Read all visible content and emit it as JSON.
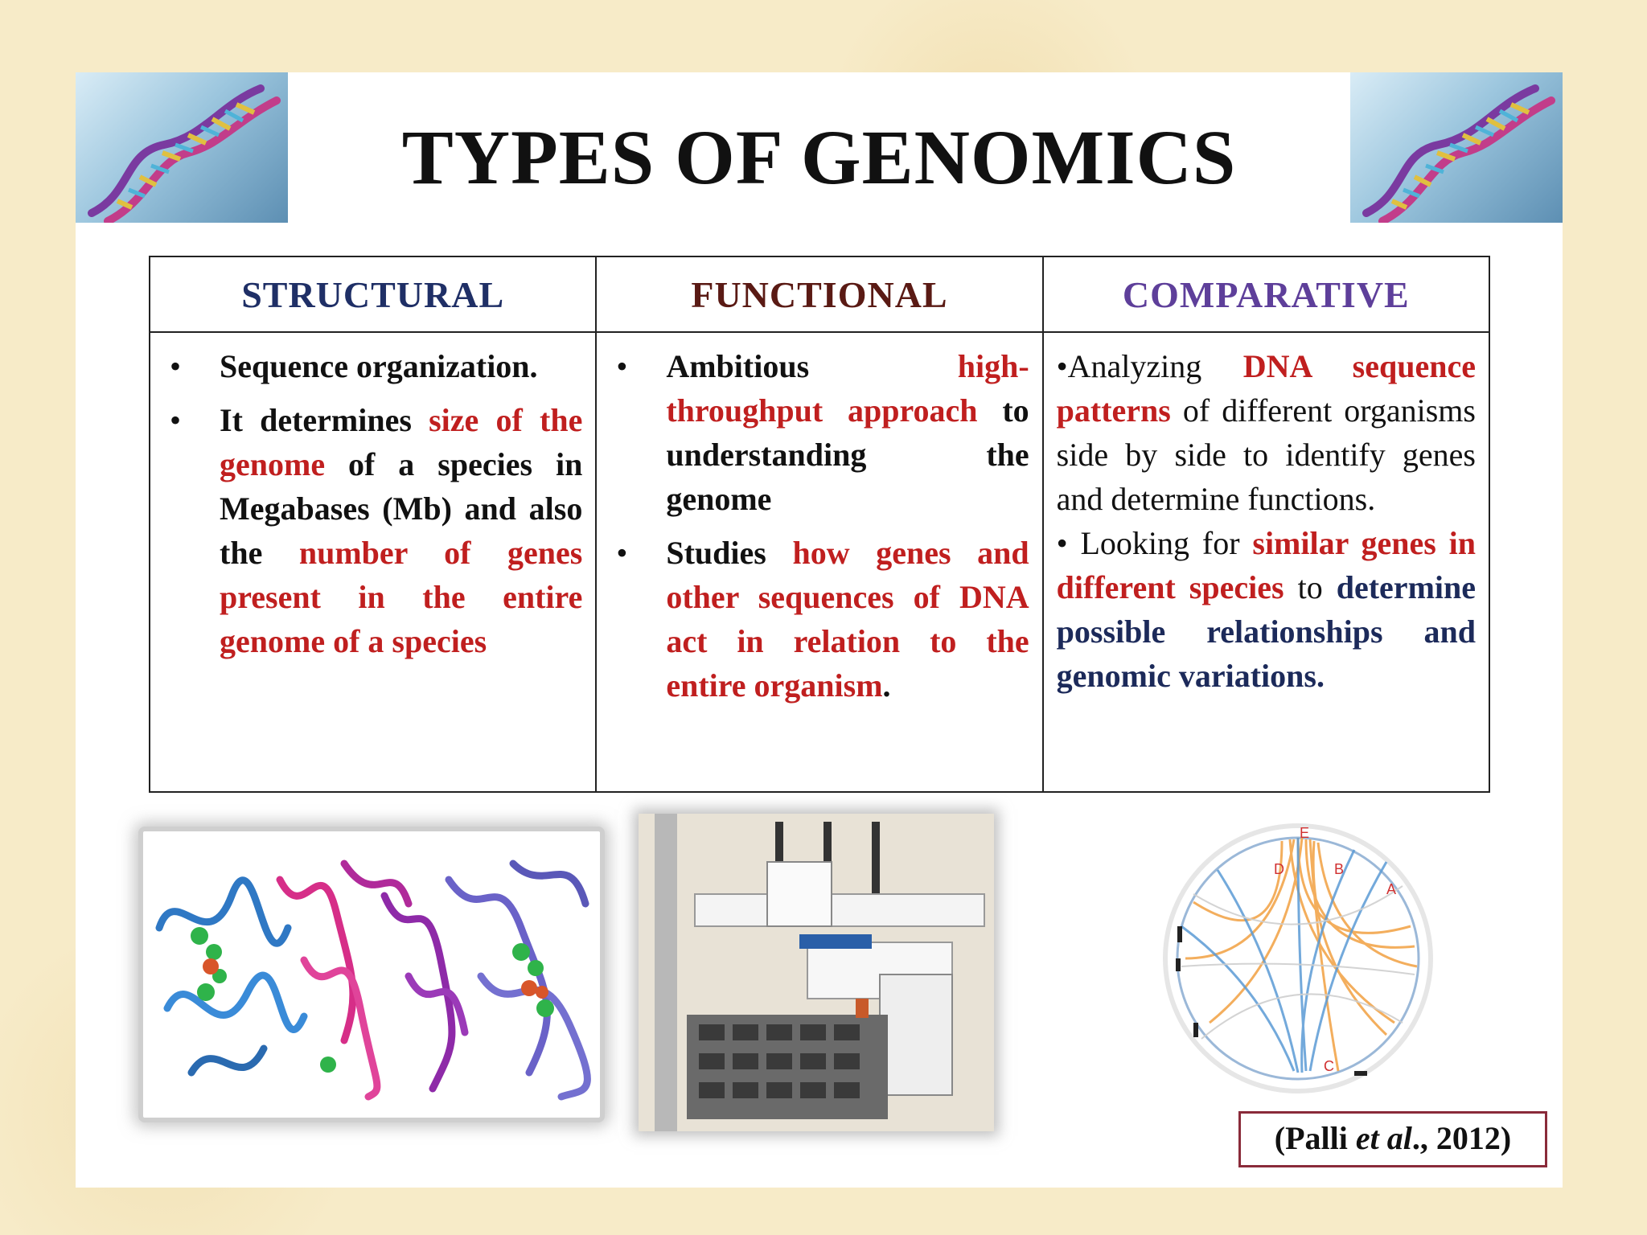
{
  "title": "TYPES OF GENOMICS",
  "columns": {
    "structural": "STRUCTURAL",
    "functional": "FUNCTIONAL",
    "comparative": "COMPARATIVE"
  },
  "structural": {
    "b1": "Sequence organization.",
    "b2_pre": "It determines ",
    "b2_red1": "size of the genome",
    "b2_mid": " of a species in Megabases (Mb) and also the ",
    "b2_red2": "number of genes present in the entire genome of a species"
  },
  "functional": {
    "b1_pre": "Ambitious ",
    "b1_red": "high-throughput approach",
    "b1_post": " to understanding the genome",
    "b2_pre": "Studies ",
    "b2_red": "how genes and other sequences of DNA act in relation to the entire organism",
    "b2_post": "."
  },
  "comparative": {
    "p1_pre": "•Analyzing ",
    "p1_red": "DNA sequence patterns",
    "p1_post": " of different organisms side by side to identify genes and determine functions.",
    "p2_pre": "• Looking for ",
    "p2_red": "similar genes in different species",
    "p2_mid": " to ",
    "p2_navy": "determine possible relationships and genomic variations."
  },
  "citation": {
    "open": "(Palli ",
    "etal": "et al",
    "close": "., 2012)"
  },
  "circos_labels": [
    "A",
    "B",
    "C",
    "D",
    "E"
  ],
  "colors": {
    "structural_header": "#1f2f66",
    "functional_header": "#5a1a14",
    "comparative_header": "#5e3f9a",
    "highlight_red": "#c01f1f",
    "highlight_navy": "#1c2a5a",
    "circos_orange": "#f2a041",
    "circos_blue": "#5b9bd5"
  },
  "images": {
    "left_logo": "dna-helix-icon",
    "right_logo": "dna-helix-icon",
    "protein": "protein-structure-image",
    "robot": "lab-robot-image",
    "circos": "circos-plot-image"
  }
}
